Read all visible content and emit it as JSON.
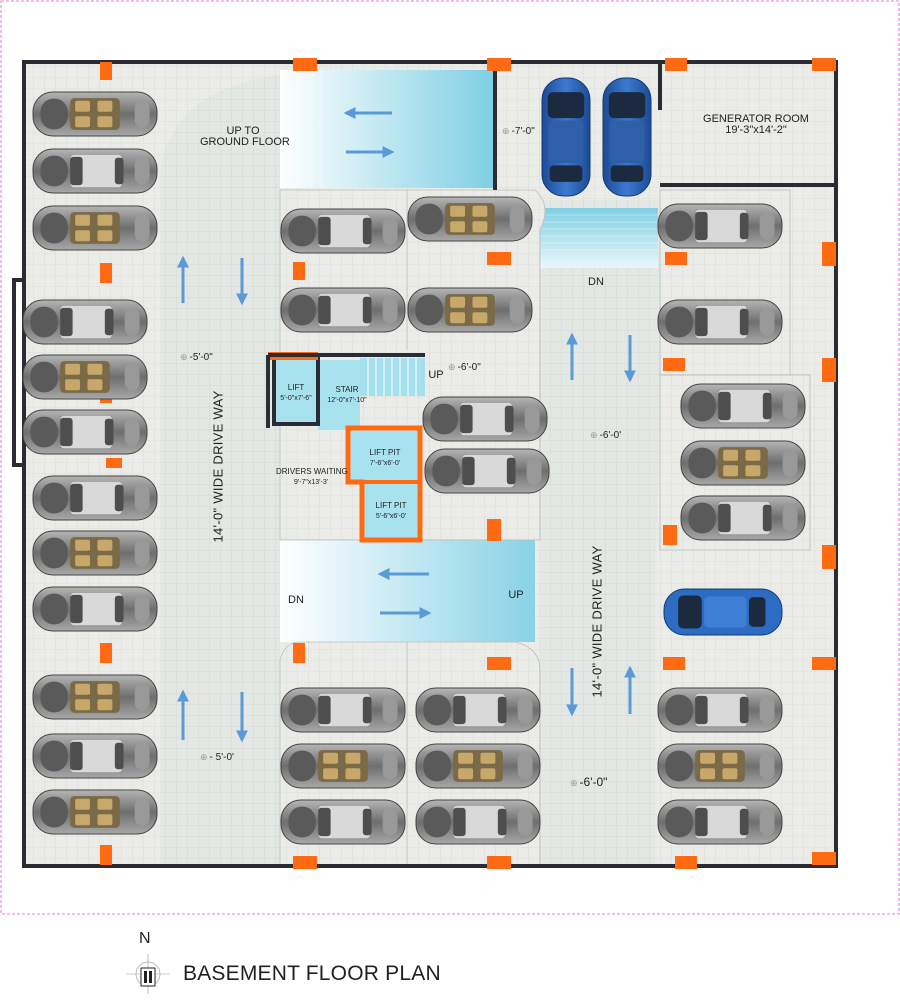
{
  "plan_title": "BASEMENT FLOOR PLAN",
  "north_label": "N",
  "rooms": {
    "generator": {
      "name": "GENERATOR ROOM",
      "size": "19'-3\"x14'-2\""
    },
    "lift": {
      "name": "LIFT",
      "size": "5'-0\"x7'-6\""
    },
    "stair": {
      "name": "STAIR",
      "size": "12'-0\"x7'-10\""
    },
    "lift_pit_1": {
      "name": "LIFT PIT",
      "size": "7'-6\"x6'-0'"
    },
    "lift_pit_2": {
      "name": "LIFT PIT",
      "size": "5'-6\"x6'-0'"
    },
    "drivers_waiting": {
      "name": "DRIVERS WAITING",
      "size": "9'-7\"x13'-3'"
    }
  },
  "labels": {
    "up_to_ground_line1": "UP TO",
    "up_to_ground_line2": "GROUND FLOOR",
    "dn_right": "DN",
    "up_stair": "UP",
    "dn_bottom": "DN",
    "up_bottom": "UP"
  },
  "driveways": {
    "left": "14'-0\" WIDE DRIVE WAY",
    "right": "14'-0\" WIDE DRIVE WAY"
  },
  "levels": {
    "lv_left_top": "-5'-0\"",
    "lv_left_bottom": "- 5'-0'",
    "lv_ramp_top": "-7'-0\"",
    "lv_stair": "-6'-0\"",
    "lv_right_mid": "-6'-0'",
    "lv_right_bottom": "-6'-0\""
  },
  "colors": {
    "wall": "#2b2b33",
    "column": "#ff6a13",
    "floor": "#eaece6",
    "ramp": "#9fd9ea",
    "arrow": "#5b9ad6",
    "car_body": "#8a8a8a",
    "car_blue": "#2a5fb0"
  }
}
